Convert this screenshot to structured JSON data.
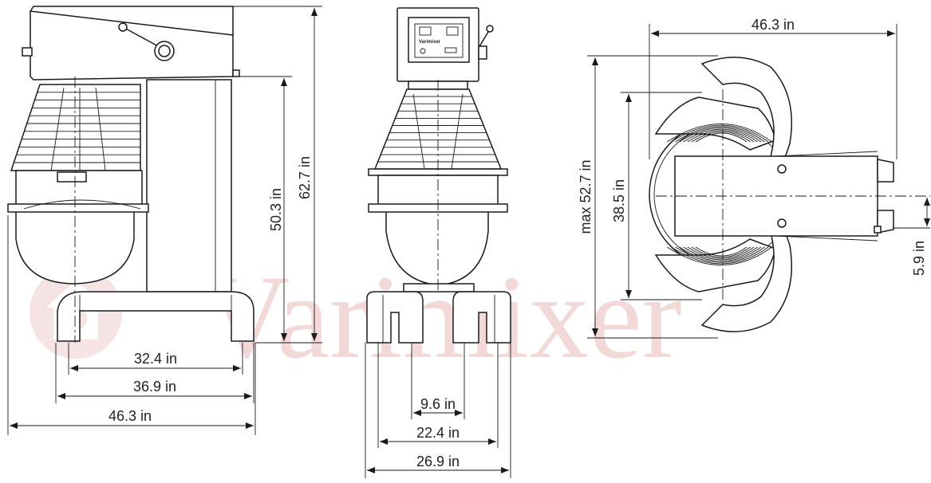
{
  "watermark": {
    "text": "Varimixer",
    "color": "#f3d8d8"
  },
  "control_panel": {
    "brand": "Varimixer"
  },
  "side_view": {
    "overall_depth": "46.3 in",
    "base_depth_outer": "36.9 in",
    "base_depth_inner": "32.4 in",
    "overall_height": "62.7 in",
    "column_height": "50.3 in"
  },
  "front_view": {
    "overall_width": "26.9 in",
    "base_width": "22.4 in",
    "leg_gap": "9.6 in"
  },
  "top_view": {
    "overall_depth": "46.3 in",
    "max_width": "max 52.7 in",
    "guard_width": "38.5 in",
    "offset": "5.9 in"
  },
  "colors": {
    "ink": "#1a1a1a",
    "watermark": "#f3d8d8",
    "background": "#ffffff"
  }
}
